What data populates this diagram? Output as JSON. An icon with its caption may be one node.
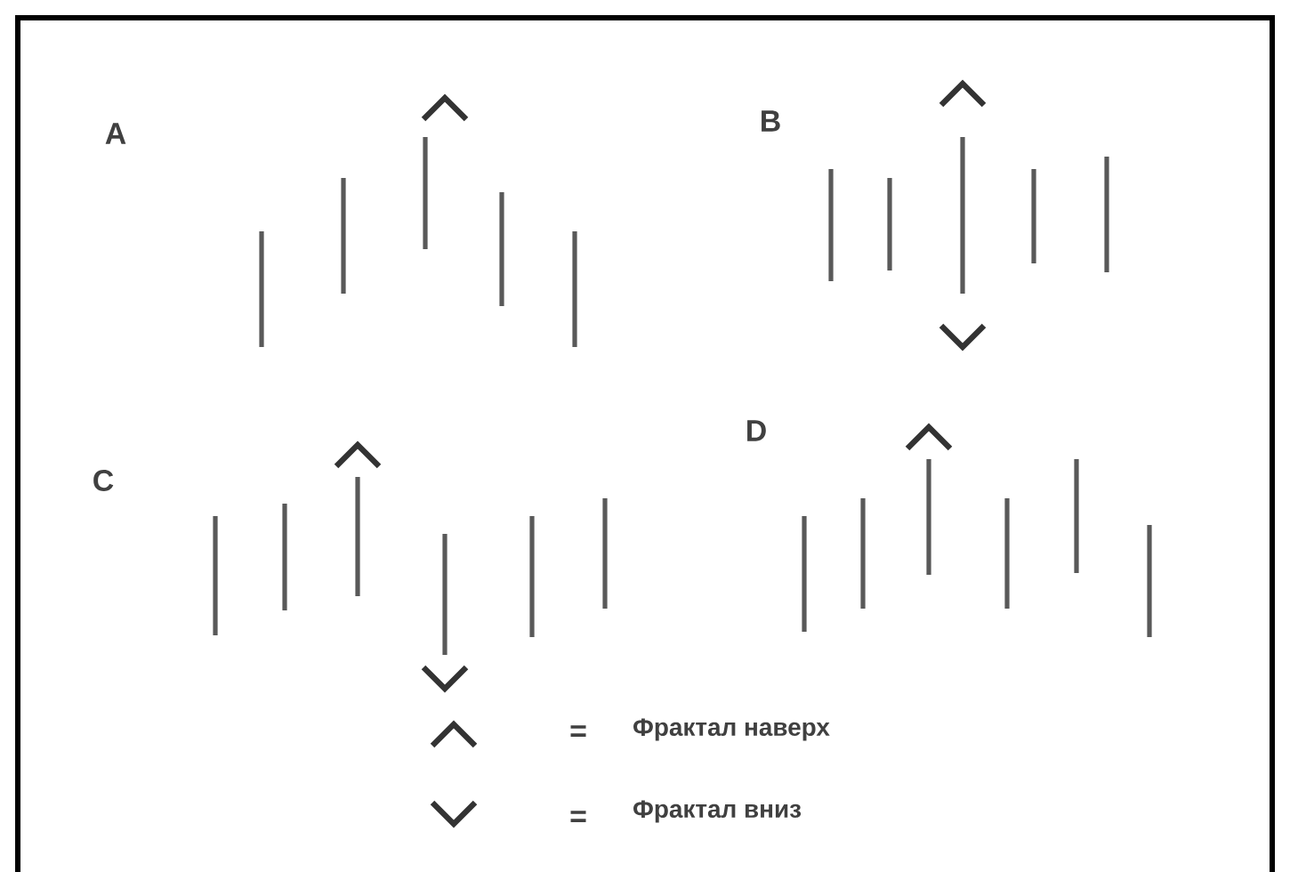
{
  "diagram": {
    "labels": [
      "A",
      "B",
      "C",
      "D",
      "=",
      "="
    ],
    "legend": [
      {
        "text": "Фрактал наверх"
      },
      {
        "text": "Фрактал вниз"
      }
    ]
  }
}
